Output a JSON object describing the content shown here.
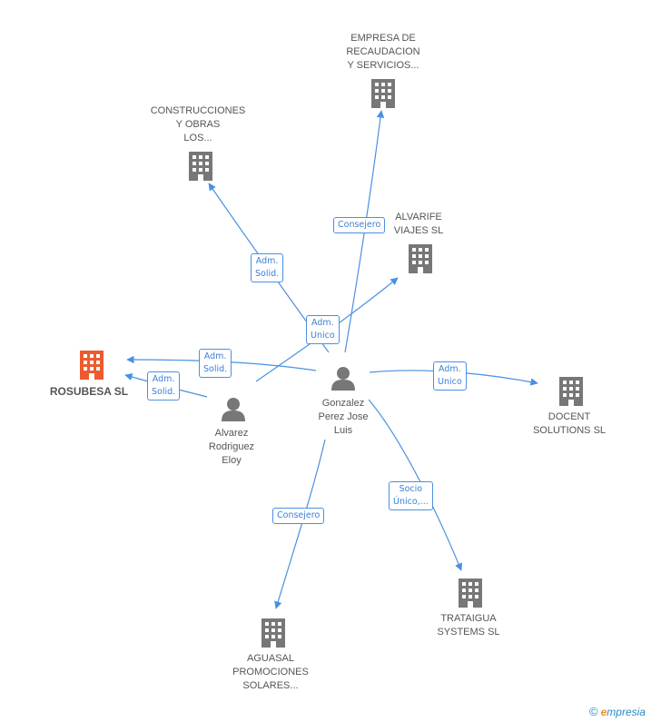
{
  "colors": {
    "edge": "#4a90e2",
    "company": "#777777",
    "main_company": "#ee5a2f",
    "person": "#777777"
  },
  "nodes": {
    "empresa": {
      "label": "EMPRESA DE\nRECAUDACION\nY SERVICIOS...",
      "icon": "building-icon"
    },
    "construcciones": {
      "label": "CONSTRUCCIONES\nY OBRAS\nLOS...",
      "icon": "building-icon"
    },
    "alvarife": {
      "label": "ALVARIFE\nVIAJES SL",
      "icon": "building-icon"
    },
    "rosubesa": {
      "label": "ROSUBESA SL",
      "icon": "building-icon"
    },
    "gonzalez": {
      "label": "Gonzalez\nPerez Jose\nLuis",
      "icon": "person-icon"
    },
    "alvarez": {
      "label": "Alvarez\nRodriguez\nEloy",
      "icon": "person-icon"
    },
    "docent": {
      "label": "DOCENT\nSOLUTIONS SL",
      "icon": "building-icon"
    },
    "trataigua": {
      "label": "TRATAIGUA\nSYSTEMS SL",
      "icon": "building-icon"
    },
    "aguasal": {
      "label": "AGUASAL\nPROMOCIONES\nSOLARES...",
      "icon": "building-icon"
    }
  },
  "edges": {
    "consejero_empresa": "Consejero",
    "adm_solid_construcciones": "Adm.\nSolid.",
    "adm_unico_alvarife": "Adm.\nUnico",
    "adm_solid_rosubesa_gonzalez": "Adm.\nSolid.",
    "adm_solid_rosubesa_alvarez": "Adm.\nSolid.",
    "adm_unico_docent": "Adm.\nUnico",
    "socio_unico_trataigua": "Socio\nÚnico,...",
    "consejero_aguasal": "Consejero"
  },
  "footer": {
    "copyright": "©",
    "brand_e": "e",
    "brand_rest": "mpresia"
  }
}
